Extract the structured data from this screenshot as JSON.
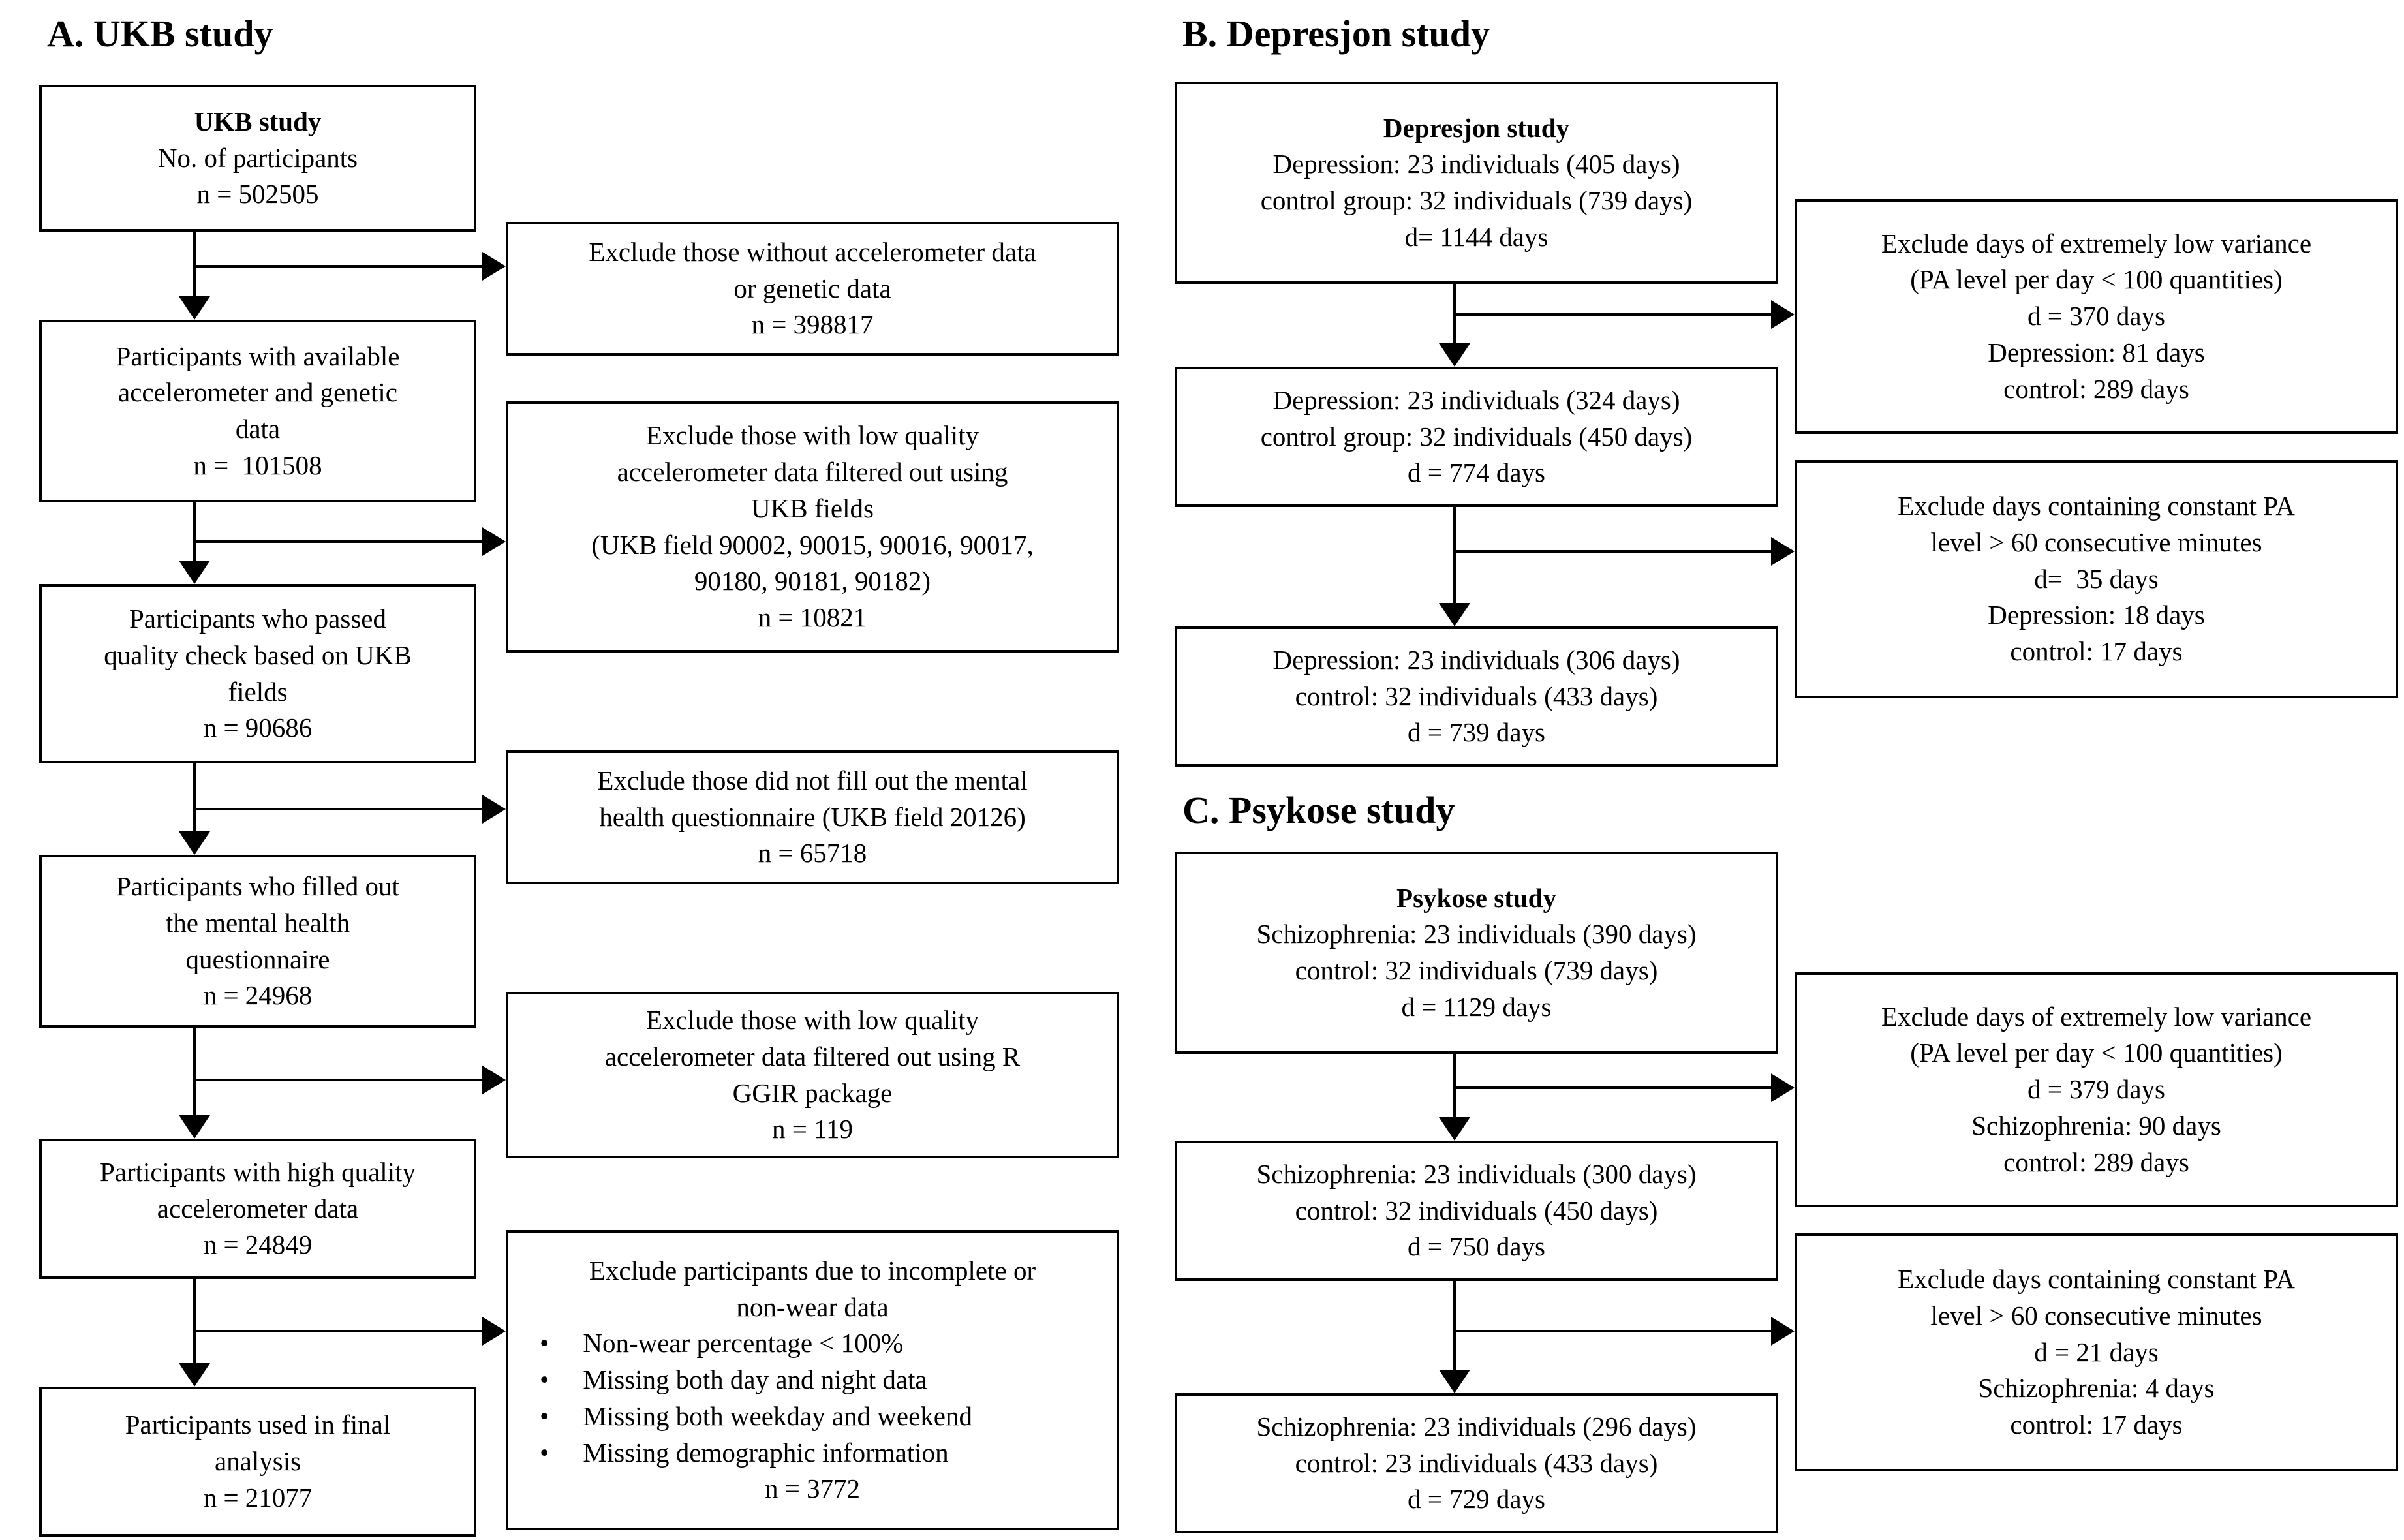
{
  "panel_a": {
    "title": "A. UKB study",
    "b1": {
      "lines": [
        "UKB study",
        "No. of participants",
        "n = 502505"
      ]
    },
    "b2": {
      "lines": [
        "Participants with available",
        "accelerometer and genetic",
        "data",
        "n =  101508"
      ]
    },
    "b3": {
      "lines": [
        "Participants who passed",
        "quality check based on UKB",
        "fields",
        "n = 90686"
      ]
    },
    "b4": {
      "lines": [
        "Participants who filled out",
        "the mental health",
        "questionnaire",
        "n = 24968"
      ]
    },
    "b5": {
      "lines": [
        "Participants with high quality",
        "accelerometer data",
        "n = 24849"
      ]
    },
    "b6": {
      "lines": [
        "Participants used in final",
        "analysis",
        "n = 21077"
      ]
    },
    "e1": {
      "lines": [
        "Exclude those without accelerometer data",
        "or genetic data",
        "n = 398817"
      ]
    },
    "e2": {
      "lines": [
        "Exclude those with low quality",
        "accelerometer data filtered out using",
        "UKB fields",
        "(UKB field 90002, 90015, 90016, 90017,",
        "90180, 90181, 90182)",
        "n = 10821"
      ]
    },
    "e3": {
      "lines": [
        "Exclude those did not fill out the mental",
        "health questionnaire (UKB field 20126)",
        "n = 65718"
      ]
    },
    "e4": {
      "lines": [
        "Exclude those with low quality",
        "accelerometer data filtered out using R",
        "GGIR package",
        "n = 119"
      ]
    },
    "e5": {
      "heading": [
        "Exclude participants due to incomplete or",
        "non-wear data"
      ],
      "bullets": [
        "Non-wear percentage < 100%",
        "Missing both day and night data",
        "Missing both weekday and weekend",
        "Missing demographic information"
      ],
      "footer": "n = 3772"
    }
  },
  "panel_b": {
    "title": "B. Depresjon study",
    "b1": {
      "lines": [
        "Depresjon study",
        "Depression: 23 individuals (405 days)",
        "control group: 32 individuals (739 days)",
        "d= 1144 days"
      ]
    },
    "b2": {
      "lines": [
        "Depression: 23 individuals (324 days)",
        "control group: 32 individuals (450 days)",
        "d = 774 days"
      ]
    },
    "b3": {
      "lines": [
        "Depression: 23 individuals (306 days)",
        "control: 32 individuals (433 days)",
        "d = 739 days"
      ]
    },
    "e1": {
      "lines": [
        "Exclude days of extremely low variance",
        "(PA level per day < 100 quantities)",
        "d = 370 days",
        "Depression: 81 days",
        "control: 289 days"
      ]
    },
    "e2": {
      "lines": [
        "Exclude days containing constant PA",
        "level > 60 consecutive minutes",
        "d=  35 days",
        "Depression: 18 days",
        "control: 17 days"
      ]
    }
  },
  "panel_c": {
    "title": "C. Psykose study",
    "b1": {
      "lines": [
        "Psykose study",
        "Schizophrenia: 23 individuals (390 days)",
        "control: 32 individuals (739 days)",
        "d = 1129 days"
      ]
    },
    "b2": {
      "lines": [
        "Schizophrenia: 23 individuals (300 days)",
        "control: 32 individuals (450 days)",
        "d = 750 days"
      ]
    },
    "b3": {
      "lines": [
        "Schizophrenia: 23 individuals (296 days)",
        "control: 23 individuals (433 days)",
        "d = 729 days"
      ]
    },
    "e1": {
      "lines": [
        "Exclude days of extremely low variance",
        "(PA level per day < 100 quantities)",
        "d = 379 days",
        "Schizophrenia: 90 days",
        "control: 289 days"
      ]
    },
    "e2": {
      "lines": [
        "Exclude days containing constant PA",
        "level > 60 consecutive minutes",
        "d = 21 days",
        "Schizophrenia: 4 days",
        "control: 17 days"
      ]
    }
  }
}
